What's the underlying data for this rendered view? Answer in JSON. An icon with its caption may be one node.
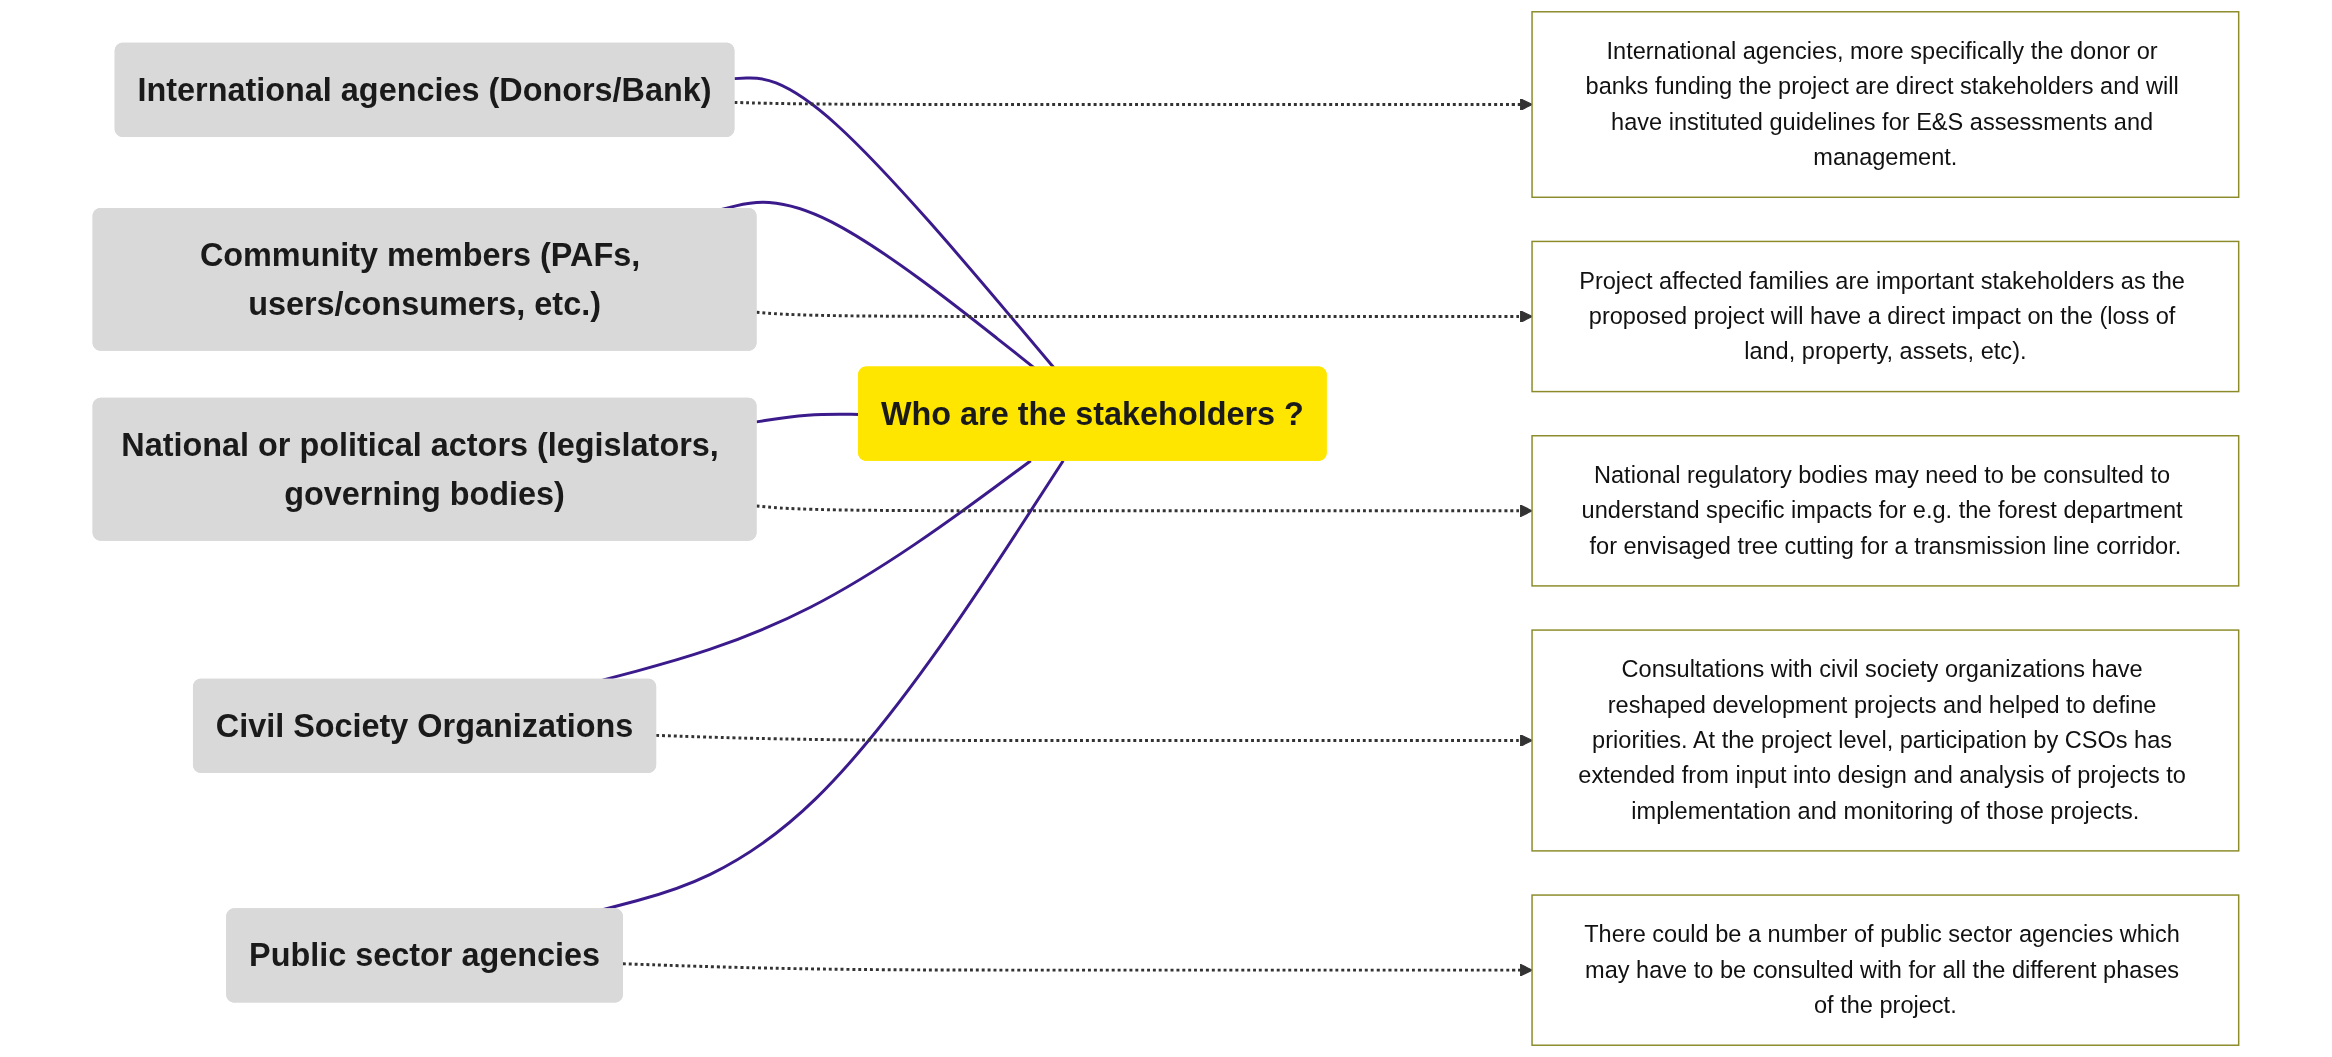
{
  "diagram": {
    "nodes": [
      {
        "text": [
          "International agencies (Donors/Bank)"
        ]
      },
      {
        "text": [
          "Community members (PAFs, users/consumers, etc.)"
        ]
      },
      {
        "text": [
          "Who are the stakeholders ?"
        ]
      },
      {
        "text": [
          "National or political actors (legislators, governing bodies)"
        ]
      },
      {
        "text": [
          "Civil Society Organizations"
        ]
      },
      {
        "text": [
          "Public sector agencies"
        ]
      },
      {
        "text": [
          "International agencies, more specifically the donor or banks funding the project are direct stakeholders and will have instituted guidelines for E&S assessments and management."
        ]
      },
      {
        "text": [
          "Project affected families are important stakeholders as the proposed project will have a direct impact on the (loss of land, property, assets, etc)."
        ]
      },
      {
        "text": [
          "National regulatory bodies may need to be consulted to understand specific impacts for e.g. the forest department for envisaged tree cutting for a transmission line corridor."
        ]
      },
      {
        "text": [
          "There could be a number of public sector agencies which may have to be consulted with for all the different phases of the project."
        ]
      },
      {
        "text": [
          "Consultations with civil society organizations have reshaped development projects and helped to define priorities. At the project level, participation by CSOs has extended from input into design and analysis of projects to implementation and monitoring of those projects."
        ]
      }
    ],
    "edges": [
      {
        "from": 0,
        "to": 2,
        "arrow": "none",
        "color": "#3b1a8c"
      },
      {
        "from": 1,
        "to": 2,
        "arrow": "none",
        "color": "#3b1a8c"
      },
      {
        "from": 3,
        "to": 2,
        "arrow": "none",
        "color": "#3b1a8c"
      },
      {
        "from": 4,
        "to": 2,
        "arrow": "none",
        "color": "#3b1a8c"
      },
      {
        "from": 5,
        "to": 2,
        "arrow": "none",
        "color": "#3b1a8c"
      },
      {
        "from": 0,
        "to": 6,
        "arrow": "to",
        "style": "dashed"
      },
      {
        "from": 1,
        "to": 7,
        "arrow": "to",
        "style": "dashed"
      },
      {
        "from": 3,
        "to": 8,
        "arrow": "to",
        "style": "dashed"
      },
      {
        "from": 5,
        "to": 9,
        "arrow": "to",
        "style": "dashed"
      },
      {
        "from": 4,
        "to": 10,
        "arrow": "to",
        "style": "dashed"
      }
    ]
  }
}
